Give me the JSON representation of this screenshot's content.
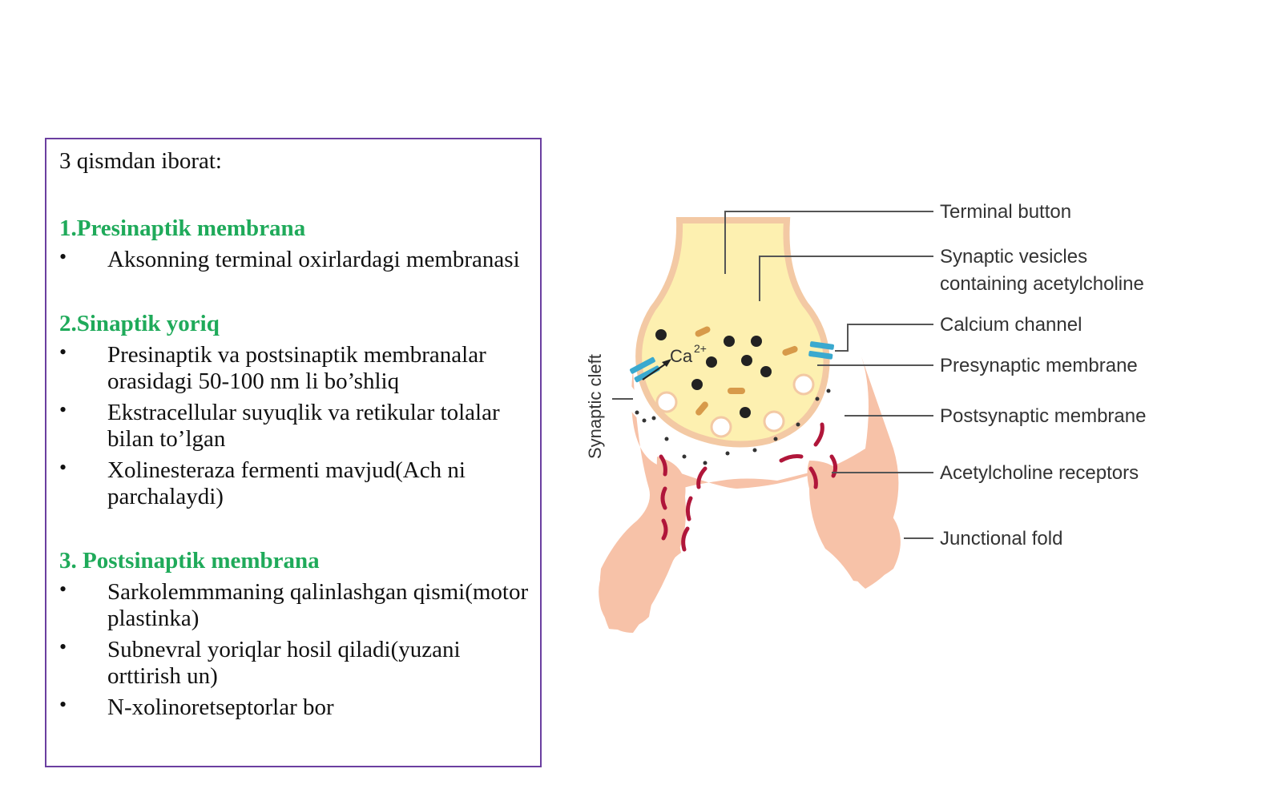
{
  "text_box": {
    "intro": "3 qismdan iborat:",
    "sections": [
      {
        "title": "1.Presinaptik membrana",
        "bullets": [
          "Aksonning terminal oxirlardagi membranasi"
        ]
      },
      {
        "title": "2.Sinaptik yoriq",
        "bullets": [
          "Presinaptik va postsinaptik membranalar orasidagi 50-100 nm li bo’shliq",
          "Ekstracellular suyuqlik va retikular tolalar bilan to’lgan",
          "Xolinesteraza fermenti mavjud(Ach ni parchalaydi)"
        ]
      },
      {
        "title": "3. Postsinaptik membrana",
        "bullets": [
          "Sarkolemmmaning qalinlashgan qismi(motor plastinka)",
          "Subnevral yoriqlar hosil qiladi(yuzani orttirish un)",
          "N-xolinoretseptorlar bor"
        ]
      }
    ]
  },
  "diagram": {
    "labels": {
      "terminal_button": "Terminal button",
      "synaptic_vesicles_1": "Synaptic vesicles",
      "synaptic_vesicles_2": "containing acetylcholine",
      "calcium_channel": "Calcium channel",
      "presynaptic_membrane": "Presynaptic membrane",
      "postsynaptic_membrane": "Postsynaptic membrane",
      "acetylcholine_receptors": "Acetylcholine receptors",
      "junctional_fold": "Junctional fold",
      "synaptic_cleft": "Synaptic cleft",
      "calcium_ion": "Ca",
      "calcium_charge": "2+"
    },
    "colors": {
      "terminal_fill": "#fdf0b0",
      "terminal_outline": "#f3c9a4",
      "muscle_fill": "#f7c2a8",
      "receptor": "#b0163a",
      "channel": "#3aa9cf",
      "vesicle": "#222222",
      "leader_line": "#555555"
    }
  }
}
